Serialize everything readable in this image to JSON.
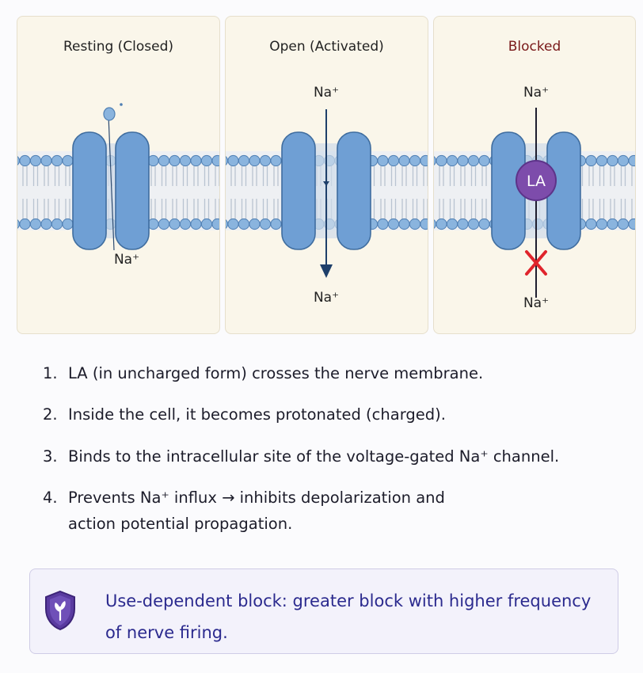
{
  "panels": [
    {
      "title": "Resting (Closed)",
      "ion_bottom": "Na⁺"
    },
    {
      "title": "Open (Activated)",
      "ion_top": "Na⁺",
      "ion_bottom": "Na⁺"
    },
    {
      "title": "Blocked",
      "ion_top": "Na⁺",
      "ion_bottom": "Na⁺",
      "drug_label": "LA"
    }
  ],
  "steps": [
    {
      "num": "1.",
      "text": "LA (in uncharged form) crosses the nerve membrane."
    },
    {
      "num": "2.",
      "text": "Inside the cell, it becomes protonated (charged)."
    },
    {
      "num": "3.",
      "text": "Binds to the intracellular site of the voltage-gated Na⁺ channel."
    },
    {
      "num": "4.",
      "text": "Prevents Na⁺ influx → inhibits depolarization and",
      "continuation": "action potential propagation."
    }
  ],
  "callout": {
    "icon": "shield-leaf-icon",
    "text": "Use-dependent block: greater block with higher frequency of nerve firing."
  },
  "colors": {
    "panel_bg": "#faf6ea",
    "lipid_head": "#8ab4de",
    "channel": "#6f9fd4",
    "drug": "#7d4cab",
    "block_x": "#e0242c",
    "blocked_title": "#7a1a1a",
    "callout_text": "#2b2a8e"
  }
}
